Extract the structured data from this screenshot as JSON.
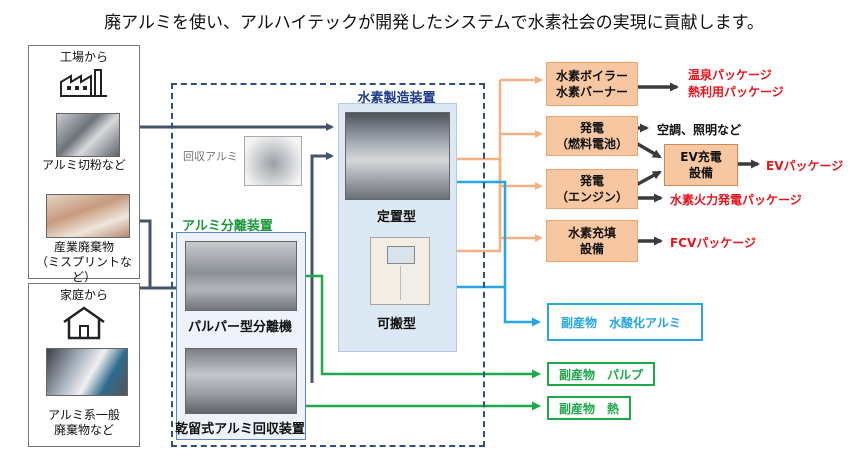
{
  "title": "廃アルミを使い、アルハイテックが開発したシステムで水素社会の実現に貢献します。",
  "factory": {
    "header": "工場から",
    "item1_caption": "アルミ切粉など",
    "item2_caption_line1": "産業廃棄物",
    "item2_caption_line2": "（ミスプリントなど）"
  },
  "home": {
    "header": "家庭から",
    "caption_line1": "アルミ系一般",
    "caption_line2": "廃棄物など"
  },
  "recovered_label": "回収アルミ",
  "separation": {
    "title": "アルミ分離装置",
    "machine1": "パルパー型分離機",
    "machine2": "乾留式アルミ回収装置"
  },
  "hydrogen": {
    "title": "水素製造装置",
    "stationary": "定置型",
    "portable": "可搬型"
  },
  "outputs": {
    "boiler_line1": "水素ボイラー",
    "boiler_line2": "水素バーナー",
    "hot_spring_pkg": "温泉パッケージ",
    "heat_pkg": "熱利用パッケージ",
    "fuelcell_line1": "発電",
    "fuelcell_line2": "（燃料電池）",
    "ac_lighting": "空調、照明など",
    "ev_line1": "EV充電",
    "ev_line2": "設備",
    "ev_pkg": "EVパッケージ",
    "engine_line1": "発電",
    "engine_line2": "（エンジン）",
    "h2_thermal_pkg": "水素火力発電パッケージ",
    "fill_line1": "水素充填",
    "fill_line2": "設備",
    "fcv_pkg": "FCVパッケージ"
  },
  "byproducts": {
    "aluminum_hydroxide": "副産物　水酸化アルミ",
    "pulp": "副産物　パルプ",
    "heat": "副産物　熱"
  },
  "colors": {
    "flow_gray": "#44546a",
    "flow_orange": "#f4b183",
    "flow_blue": "#27a6df",
    "flow_green": "#1fa84a",
    "dash_border": "#2f4f86",
    "package_red": "#e8141c"
  }
}
